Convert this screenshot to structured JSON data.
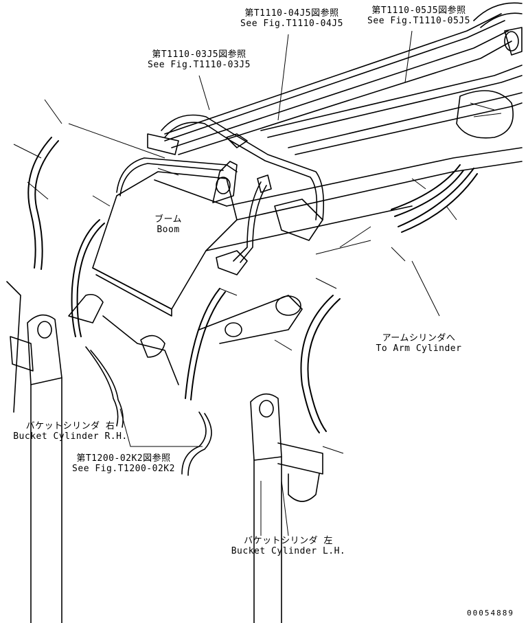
{
  "refs": {
    "ref_03j5": {
      "jp": "第T1110-03J5図参照",
      "en": "See Fig.T1110-03J5"
    },
    "ref_04j5": {
      "jp": "第T1110-04J5図参照",
      "en": "See Fig.T1110-04J5"
    },
    "ref_05j5": {
      "jp": "第T1110-05J5図参照",
      "en": "See Fig.T1110-05J5"
    },
    "ref_02k2": {
      "jp": "第T1200-02K2図参照",
      "en": "See Fig.T1200-02K2"
    }
  },
  "labels": {
    "boom": {
      "jp": "ブーム",
      "en": "Boom"
    },
    "arm_cylinder": {
      "jp": "アームシリンダへ",
      "en": "To Arm Cylinder"
    },
    "bucket_rh": {
      "jp": "バケットシリンダ 右",
      "en": "Bucket Cylinder R.H."
    },
    "bucket_lh": {
      "jp": "バケットシリンダ 左",
      "en": "Bucket Cylinder L.H."
    }
  },
  "drawing_number": "00054889"
}
